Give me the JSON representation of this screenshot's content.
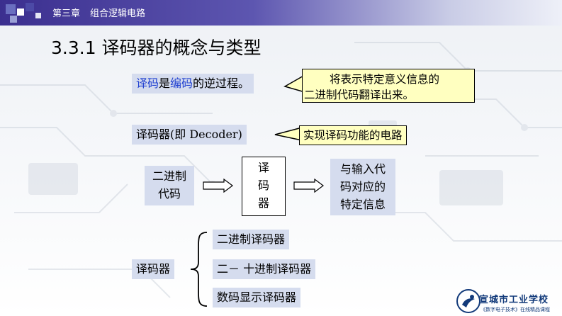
{
  "header": {
    "chapter": "第三章",
    "chapter_title": "组合逻辑电路"
  },
  "title": "3.3.1 译码器的概念与类型",
  "definition": {
    "term1": "译码",
    "text1": "是",
    "term2": "编码",
    "text2": "的逆过程。"
  },
  "callout_definition": {
    "line1": "将表示特定意义信息的",
    "line2": "二进制代码翻译出来。"
  },
  "decoder_label": "译码器(即 Decoder)",
  "callout_decoder": "实现译码功能的电路",
  "flow": {
    "input_line1": "二进制",
    "input_line2": "代码",
    "decoder_chars": [
      "译",
      "码",
      "器"
    ],
    "output_line1": "与输入代",
    "output_line2": "码对应的",
    "output_line3": "特定信息"
  },
  "types": {
    "label": "译码器",
    "items": [
      "二进制译码器",
      "二－ 十进制译码器",
      "数码显示译码器"
    ]
  },
  "logo": {
    "name": "宣城市工业学校",
    "subtitle": "《数字电子技术》在线精品课程"
  },
  "colors": {
    "header_bar": "#3b2f8f",
    "highlight": "#d5dcee",
    "callout_fill": "#ffffc0",
    "term_blue": "#1f3fd0"
  }
}
